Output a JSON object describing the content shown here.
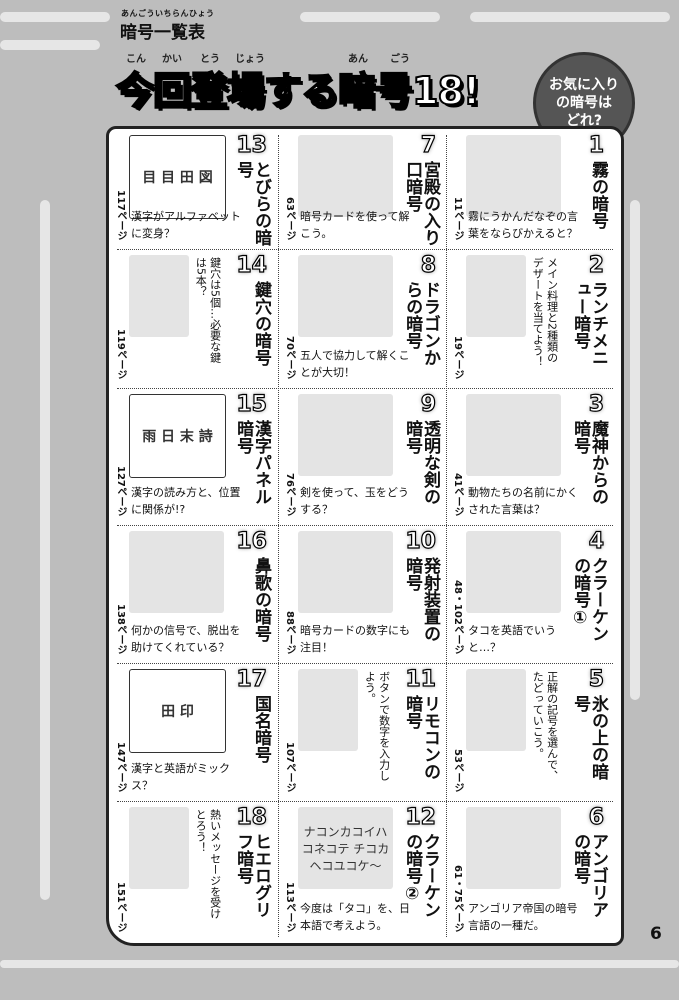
{
  "header": {
    "small_ruby": "あんごういちらんひょう",
    "small_title": "暗号一覧表",
    "title_ruby": [
      "こん",
      "かい",
      "とう",
      "じょう",
      "あん",
      "ごう"
    ],
    "title": "今回登場する暗号18!",
    "badge_lines": [
      "お気に入り",
      "の暗号は",
      "どれ?"
    ]
  },
  "cells": [
    {
      "num": "1",
      "title": "霧の暗号",
      "page": "11ページ",
      "desc": "霧にうかんだなぞの言葉をならびかえると？",
      "image": ""
    },
    {
      "num": "2",
      "title": "ランチメニュー暗号",
      "page": "19ページ",
      "desc": "メイン料理と2種類のデザートを当てよう！",
      "vertical": true,
      "image": ""
    },
    {
      "num": "3",
      "title": "魔神からの暗号",
      "page": "41ページ",
      "desc": "動物たちの名前にかくされた言葉は？",
      "image": ""
    },
    {
      "num": "4",
      "title": "クラーケンの暗号①",
      "page": "48・102ページ",
      "desc": "タコを英語でいうと…？",
      "image": ""
    },
    {
      "num": "5",
      "title": "氷の上の暗号",
      "page": "53ページ",
      "desc": "正解の記号を選んで、たどっていこう。",
      "vertical": true,
      "image": ""
    },
    {
      "num": "6",
      "title": "アンゴリアの暗号",
      "page": "61・75ページ",
      "desc": "アンゴリア帝国の暗号言語の一種だ。",
      "image": ""
    },
    {
      "num": "7",
      "title": "宮殿の入り口暗号",
      "page": "63ページ",
      "desc": "暗号カードを使って解こう。",
      "image": ""
    },
    {
      "num": "8",
      "title": "ドラゴンからの暗号",
      "page": "70ページ",
      "desc": "五人で協力して解くことが大切！",
      "image": ""
    },
    {
      "num": "9",
      "title": "透明な剣の暗号",
      "page": "76ページ",
      "desc": "剣を使って、玉をどうする？",
      "image": ""
    },
    {
      "num": "10",
      "title": "発射装置の暗号",
      "page": "88ページ",
      "desc": "暗号カードの数字にも注目！",
      "image": ""
    },
    {
      "num": "11",
      "title": "リモコンの暗号",
      "page": "107ページ",
      "desc": "ボタンで数字を入力しよう。",
      "vertical": true,
      "image": ""
    },
    {
      "num": "12",
      "title": "クラーケンの暗号②",
      "page": "113ページ",
      "desc": "今度は「タコ」を、日本語で考えよう。",
      "image": "ナコンカコイハコネコテ チコカヘコユコケ～"
    },
    {
      "num": "13",
      "title": "とびらの暗号",
      "page": "117ページ",
      "desc": "漢字がアルファベットに変身？",
      "image": "目 目 田 図",
      "box": true
    },
    {
      "num": "14",
      "title": "鍵穴の暗号",
      "page": "119ページ",
      "desc": "鍵穴は5個…必要な鍵は5本？",
      "vertical": true,
      "image": ""
    },
    {
      "num": "15",
      "title": "漢字パネル暗号",
      "page": "127ページ",
      "desc": "漢字の読み方と、位置に関係が!?",
      "image": "雨 日 末 詩",
      "box": true
    },
    {
      "num": "16",
      "title": "鼻歌の暗号",
      "page": "138ページ",
      "desc": "何かの信号で、脱出を助けてくれている？",
      "image": ""
    },
    {
      "num": "17",
      "title": "国名暗号",
      "page": "147ページ",
      "desc": "漢字と英語がミックス？",
      "image": "田 印",
      "box": true
    },
    {
      "num": "18",
      "title": "ヒエログリフ暗号",
      "page": "151ページ",
      "desc": "熱いメッセージを受けとろう！",
      "vertical": true,
      "image": ""
    }
  ],
  "page_number": "6"
}
